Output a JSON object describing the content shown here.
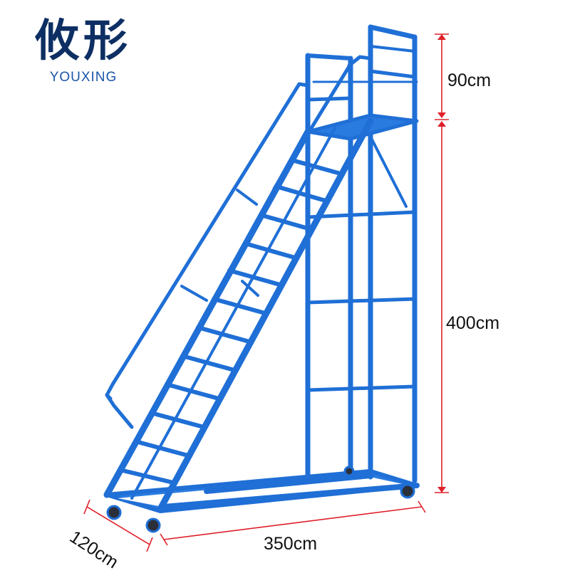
{
  "brand": {
    "name_cn": "攸形",
    "name_en": "YOUXING",
    "color_dark": "#0d2f63",
    "color_light": "#1a56a8"
  },
  "product": {
    "frame_color": "#1f6fd6",
    "dimensions": {
      "guardrail_height": "90cm",
      "platform_height": "400cm",
      "length": "350cm",
      "width": "120cm"
    },
    "dimension_line_color": "#e0202a"
  }
}
